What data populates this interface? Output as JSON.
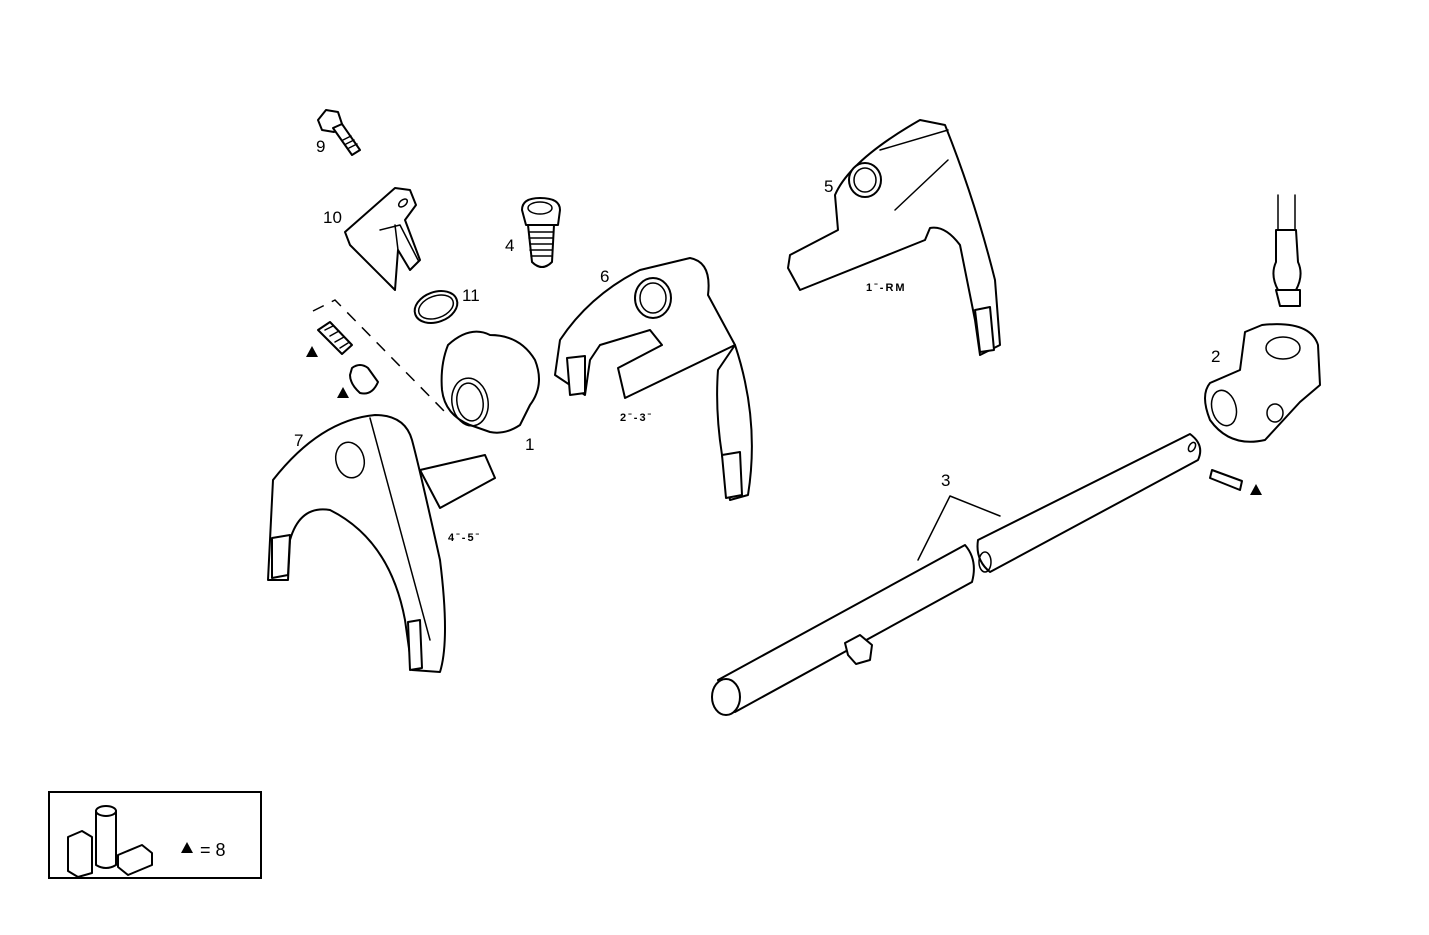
{
  "diagram": {
    "type": "exploded parts diagram",
    "subject": "gearbox shift forks and selector shaft",
    "callouts": [
      {
        "id": "1",
        "label": "1",
        "part": "selector interlock block"
      },
      {
        "id": "2",
        "label": "2",
        "part": "selector lever"
      },
      {
        "id": "3",
        "label": "3",
        "part": "selector shaft"
      },
      {
        "id": "4",
        "label": "4",
        "part": "plug screw"
      },
      {
        "id": "5",
        "label": "5",
        "part": "shift fork 1st-reverse"
      },
      {
        "id": "6",
        "label": "6",
        "part": "shift fork 2nd-3rd"
      },
      {
        "id": "7",
        "label": "7",
        "part": "shift fork 4th-5th"
      },
      {
        "id": "9",
        "label": "9",
        "part": "bolt"
      },
      {
        "id": "10",
        "label": "10",
        "part": "guide plate"
      },
      {
        "id": "11",
        "label": "11",
        "part": "o-ring"
      }
    ],
    "gear_labels": {
      "fork5": "1ˉ-RM",
      "fork6": "2ˉ-3ˉ",
      "fork7": "4ˉ-5ˉ"
    },
    "legend": {
      "symbol": "triangle-marker",
      "text": "= 8"
    }
  }
}
